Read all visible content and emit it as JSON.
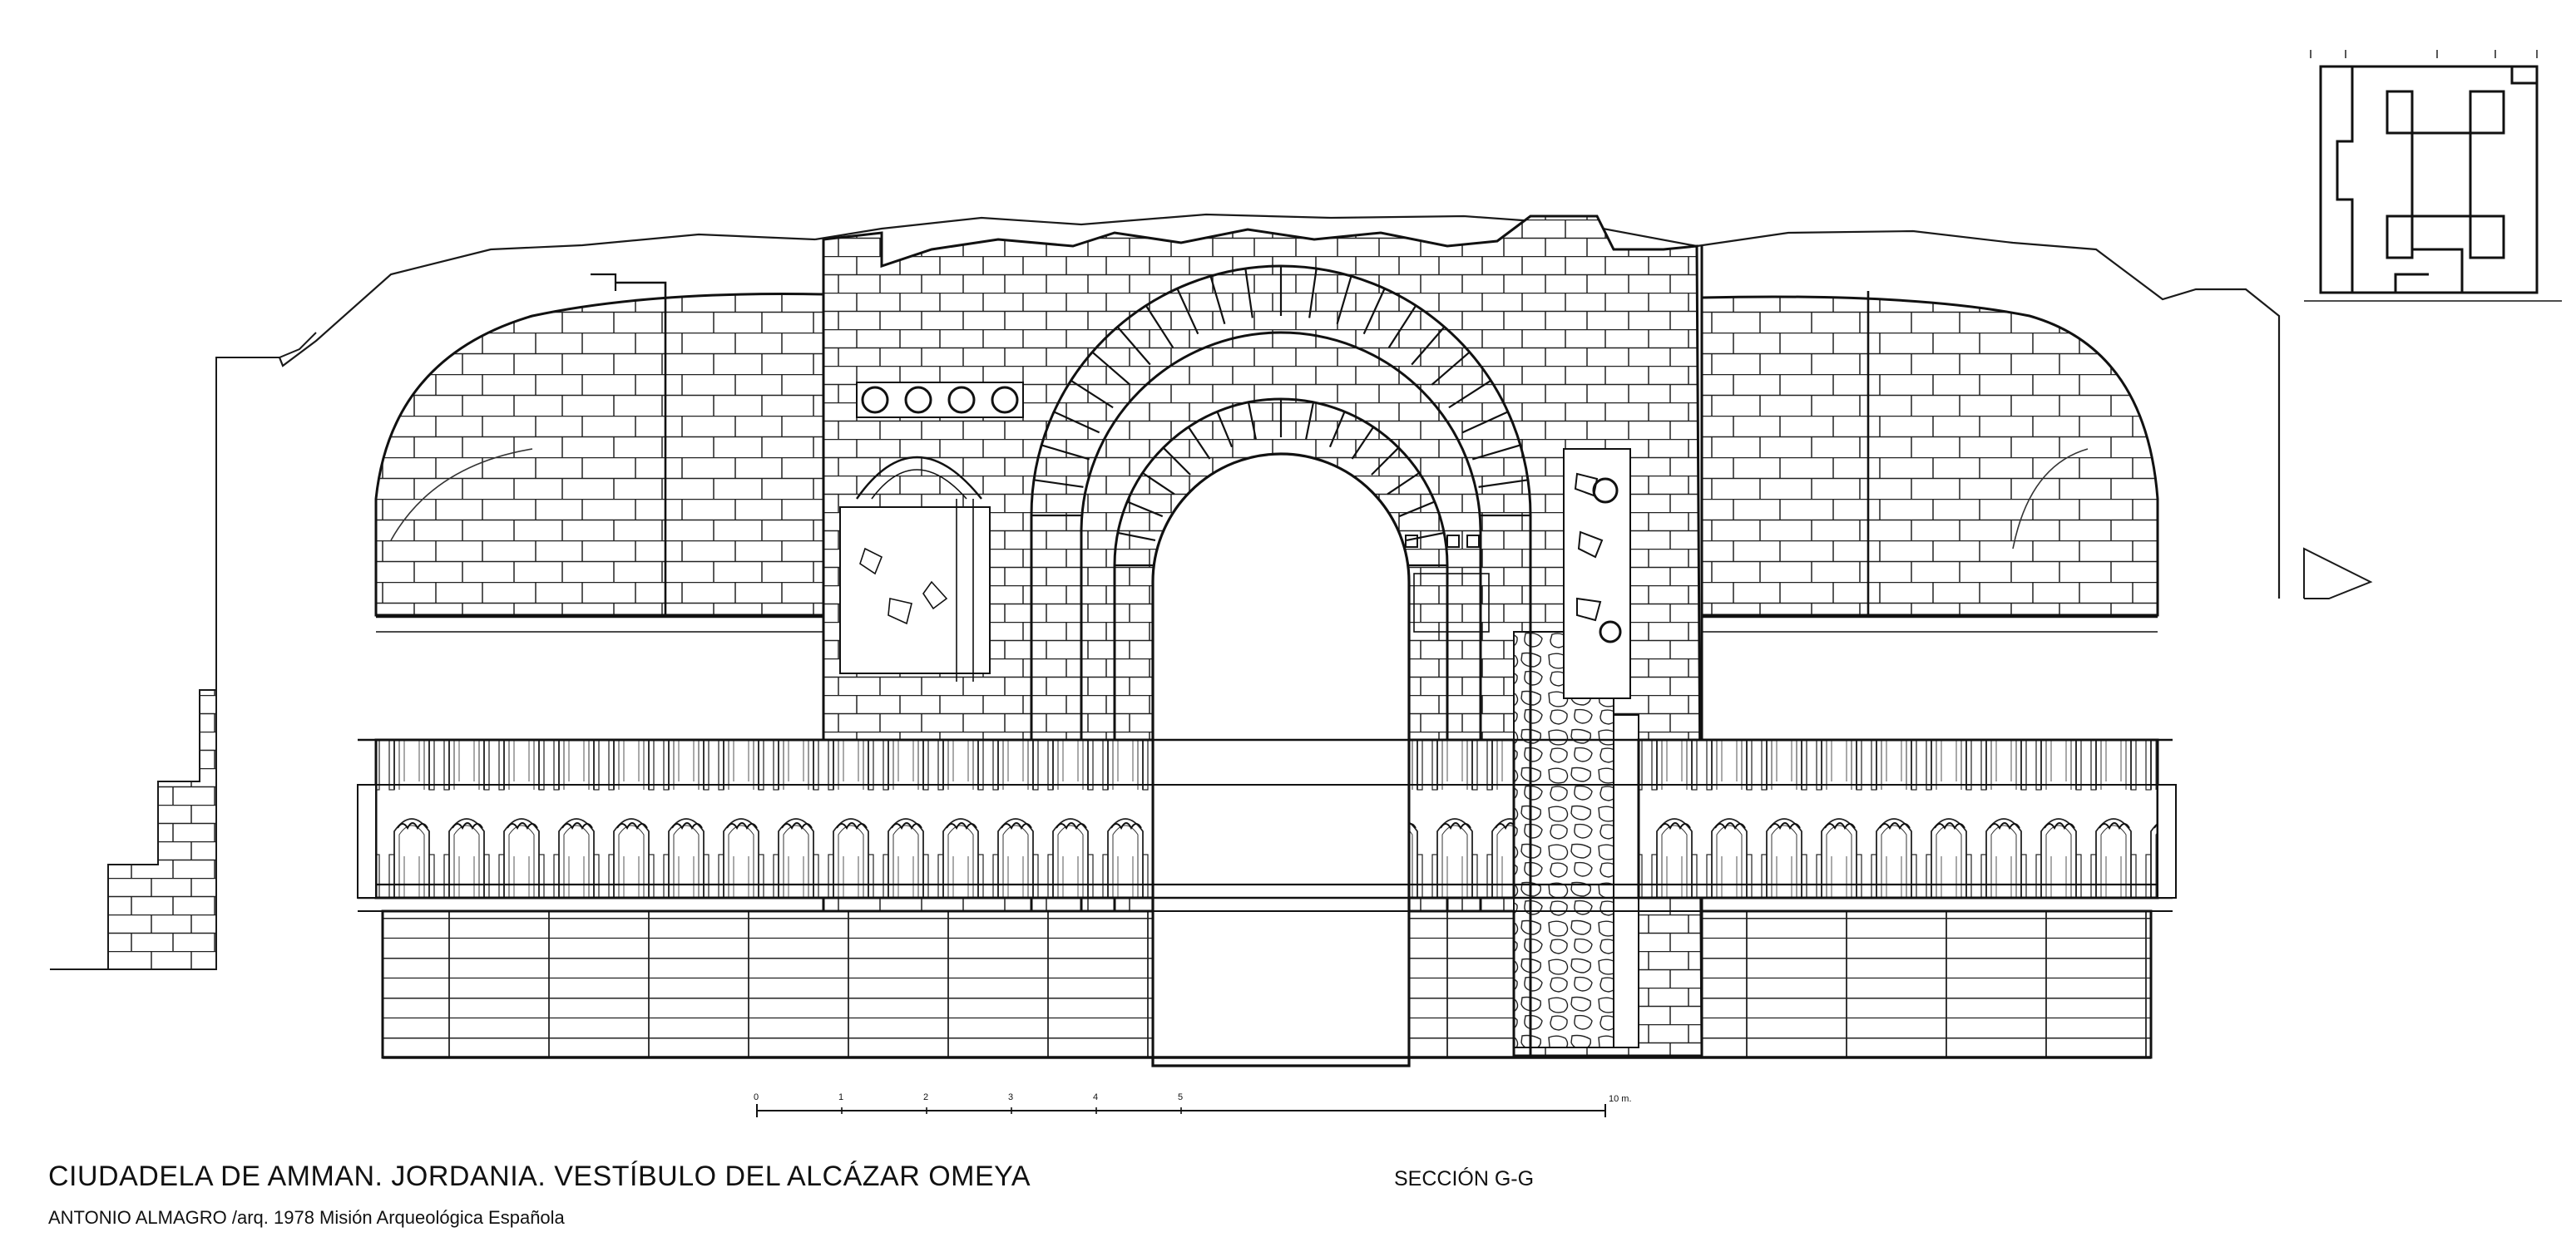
{
  "drawing": {
    "title": "CIUDADELA DE AMMAN. JORDANIA. VESTÍBULO DEL ALCÁZAR OMEYA",
    "section_label": "SECCIÓN  G-G",
    "credit": "ANTONIO ALMAGRO /arq.  1978   Misión Arqueológica Española",
    "scale_bar": {
      "ticks": [
        "0",
        "1",
        "2",
        "3",
        "4",
        "5"
      ],
      "unit": "10 m."
    },
    "plan_inset": {
      "label": "key plan of the vestibule"
    },
    "colors": {
      "line": "#1a1a1a",
      "paper": "#ffffff"
    }
  }
}
